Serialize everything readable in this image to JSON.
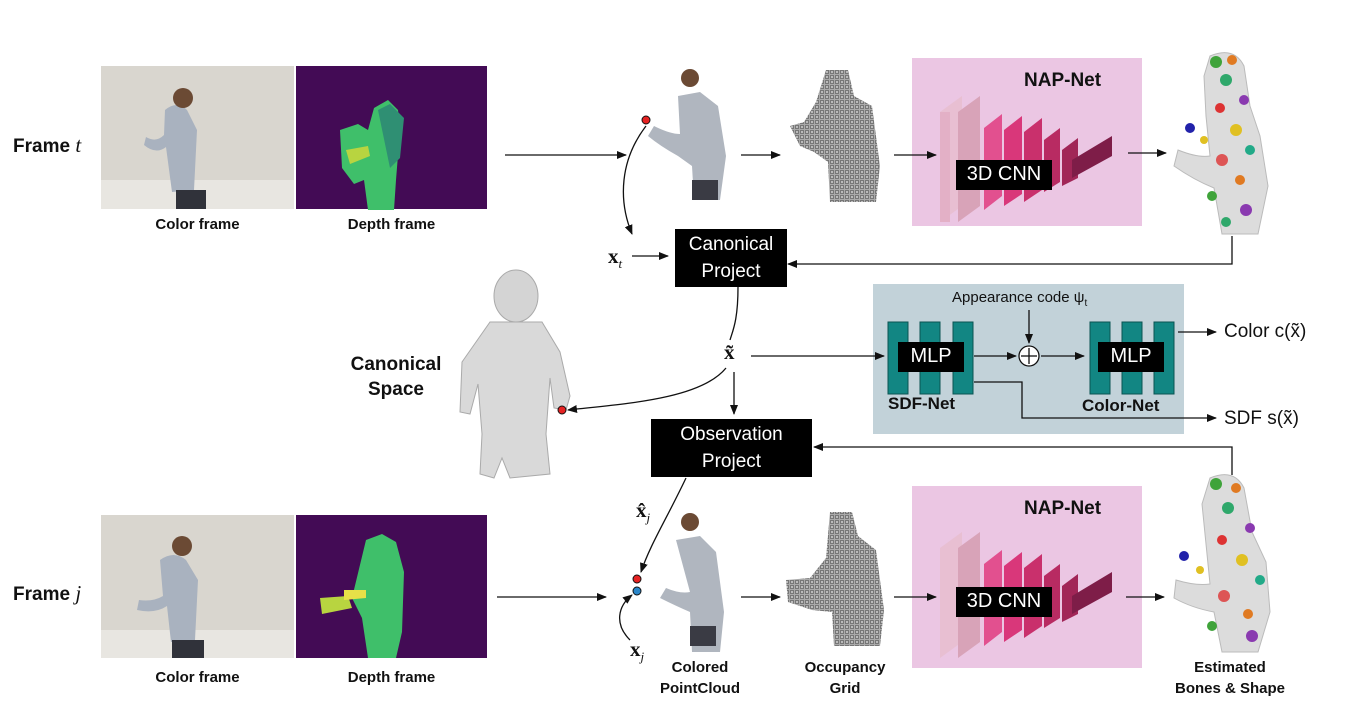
{
  "frames": {
    "top": {
      "label": "Frame",
      "var": "t"
    },
    "bottom": {
      "label": "Frame",
      "var": "j"
    }
  },
  "captions": {
    "color_frame": "Color frame",
    "depth_frame": "Depth frame",
    "colored_pointcloud_1": "Colored",
    "colored_pointcloud_2": "PointCloud",
    "occupancy_grid_1": "Occupancy",
    "occupancy_grid_2": "Grid",
    "estimated_1": "Estimated",
    "estimated_2": "Bones & Shape"
  },
  "nap_net": {
    "title": "NAP-Net",
    "cnn_label": "3D CNN"
  },
  "canonical_project": {
    "line1": "Canonical",
    "line2": "Project"
  },
  "observation_project": {
    "line1": "Observation",
    "line2": "Project"
  },
  "canonical_space": {
    "line1": "Canonical",
    "line2": "Space"
  },
  "mlp_panel": {
    "appearance": "Appearance code ψ",
    "appearance_sub": "t",
    "mlp": "MLP",
    "sdf_net": "SDF-Net",
    "color_net": "Color-Net",
    "color_out": "Color c(x̃)",
    "sdf_out": "SDF s(x̃)"
  },
  "math": {
    "xt": "x",
    "xt_sub": "t",
    "xtilde": "x̃",
    "xhat": "x̂",
    "xhat_sub": "j",
    "xj": "x",
    "xj_sub": "j"
  },
  "colors": {
    "depth_bg": "#430b55",
    "depth_fg": "#3fbf6a",
    "nap_bg": "#ebc6e3",
    "panel_bg": "#c2d2d9",
    "teal": "#128683",
    "cnn_pink": "#d9377a"
  }
}
